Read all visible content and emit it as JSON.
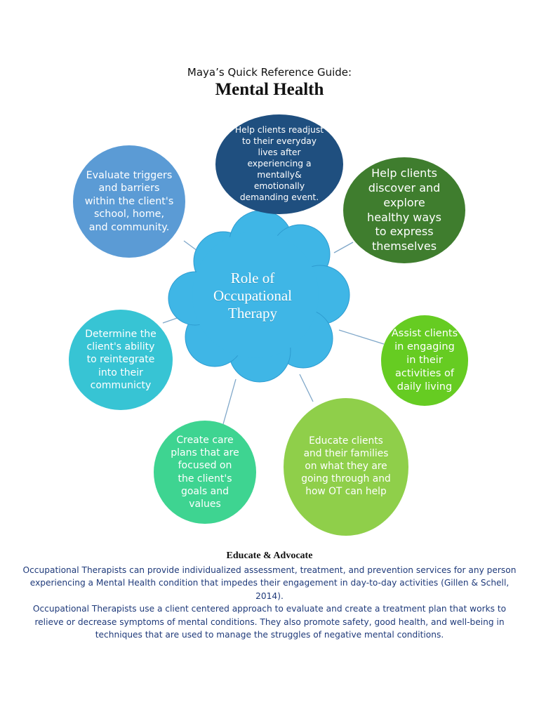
{
  "header": {
    "subtitle": "Maya’s Quick Reference Guide:",
    "title": "Mental Health"
  },
  "center": {
    "label": "Role of\nOccupational\nTherapy",
    "color": "#3fb6e6"
  },
  "bubbles": [
    {
      "id": "readjust",
      "text": "Help clients readjust\nto their everyday\nlives after\nexperiencing a\nmentally&\nemotionally\ndemanding event.",
      "color": "#1f4f7f"
    },
    {
      "id": "explore",
      "text": "Help clients\ndiscover and\nexplore\nhealthy ways\nto express\nthemselves",
      "color": "#3f7d2e"
    },
    {
      "id": "daily",
      "text": "Assist clients\nin engaging\nin their\nactivities of\ndaily living",
      "color": "#66cc22"
    },
    {
      "id": "educate",
      "text": "Educate clients\nand their families\non what they are\ngoing through and\nhow OT can help",
      "color": "#8fcf4a"
    },
    {
      "id": "care-plans",
      "text": "Create care\nplans that are\nfocused on\nthe client's\ngoals and\nvalues",
      "color": "#3ed491"
    },
    {
      "id": "reintegrate",
      "text": "Determine the\nclient's ability\nto reintegrate\ninto their\ncommunicty",
      "color": "#37c4d4"
    },
    {
      "id": "triggers",
      "text": "Evaluate triggers\nand barriers\nwithin the client's\nschool, home,\nand community.",
      "color": "#5b9bd5"
    }
  ],
  "footer": {
    "heading": "Educate & Advocate",
    "paragraph1": "Occupational Therapists can provide individualized assessment, treatment, and prevention services for any person experiencing a Mental Health condition that impedes their engagement in day-to-day activities (Gillen & Schell, 2014).",
    "paragraph2": "Occupational Therapists use a client centered approach to evaluate and create a treatment plan that works to relieve or decrease symptoms of mental conditions. They also promote safety, good health, and well-being in techniques that are used to manage the struggles of negative mental conditions."
  }
}
